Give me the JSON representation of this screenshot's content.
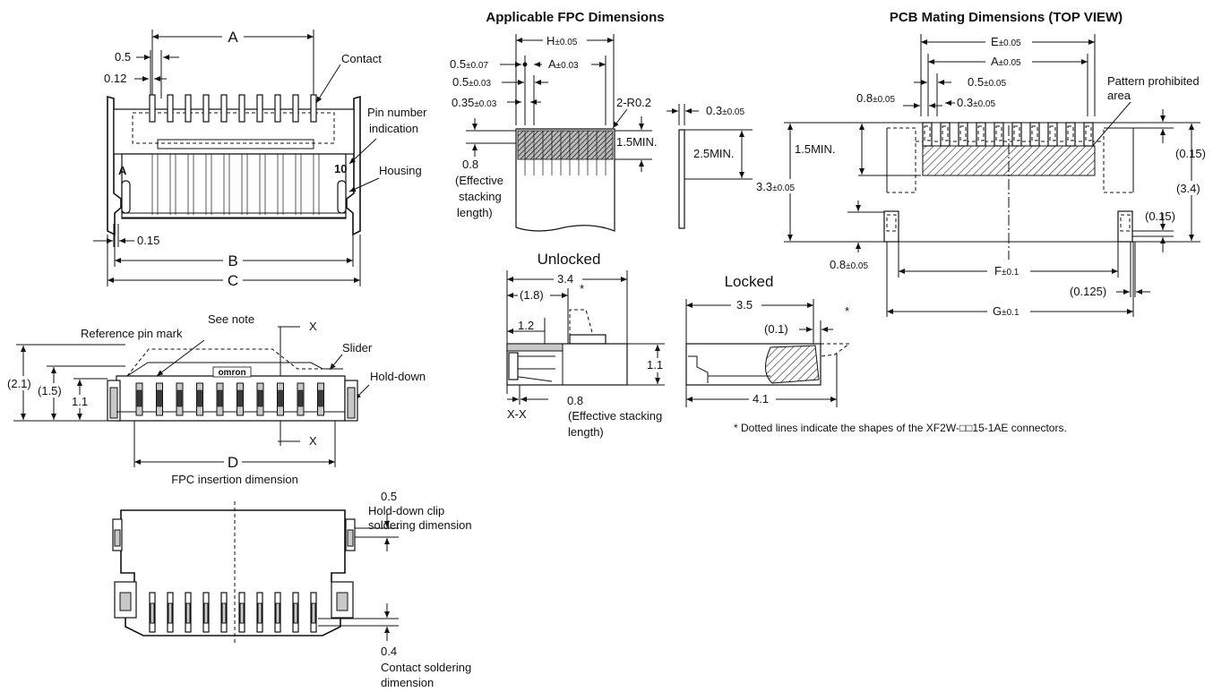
{
  "headings": {
    "fpc": "Applicable FPC Dimensions",
    "pcb": "PCB Mating Dimensions (TOP VIEW)"
  },
  "top_view": {
    "dim_a": "A",
    "pitch": "0.5",
    "contact_width": "0.12",
    "contact": "Contact",
    "pin_number": "Pin number",
    "indication": "indication",
    "pin_first": "A",
    "pin_last": "10",
    "housing": "Housing",
    "dim_015": "0.15",
    "dim_b": "B",
    "dim_c": "C"
  },
  "front_view": {
    "see_note": "See note",
    "section_mark": "X",
    "reference_pin_mark": "Reference pin mark",
    "slider": "Slider",
    "hold_down": "Hold-down",
    "brand": "omron",
    "dim_21": "(2.1)",
    "dim_15": "(1.5)",
    "dim_11": "1.1",
    "dim_d": "D",
    "fpc_insertion": "FPC insertion dimension"
  },
  "bottom_view": {
    "clip_dim": "0.5",
    "clip_label_1": "Hold-down clip",
    "clip_label_2": "soldering dimension",
    "contact_dim": "0.4",
    "contact_label_1": "Contact soldering",
    "contact_label_2": "dimension"
  },
  "fpc": {
    "h": "H",
    "h_tol": "±0.05",
    "pitch": "0.5",
    "pitch_tol": "±0.07",
    "a": "A",
    "a_tol": "±0.03",
    "w1": "0.5",
    "w1_tol": "±0.03",
    "w2": "0.35",
    "w2_tol": "±0.03",
    "radius": "2-R0.2",
    "thickness": "0.3",
    "thickness_tol": "±0.05",
    "min_15": "1.5MIN.",
    "min_25": "2.5MIN.",
    "stack_value": "0.8",
    "stack_1": "(Effective",
    "stack_2": "stacking",
    "stack_3": "length)"
  },
  "unlocked": {
    "title": "Unlocked",
    "d34": "3.4",
    "d18": "(1.8)",
    "d12": "1.2",
    "d11": "1.1",
    "d08": "0.8",
    "section": "X-X",
    "stack_1": "(Effective stacking",
    "stack_2": "length)",
    "star": "*"
  },
  "locked": {
    "title": "Locked",
    "d35": "3.5",
    "d01": "(0.1)",
    "d41": "4.1",
    "star": "*"
  },
  "note": "* Dotted lines indicate the shapes of the XF2W-□□15-1AE connectors.",
  "pcb": {
    "e": "E",
    "e_tol": "±0.05",
    "a": "A",
    "a_tol": "±0.05",
    "pitch": "0.5",
    "pitch_tol": "±0.05",
    "w08": "0.8",
    "w08_tol": "±0.05",
    "w03": "0.3",
    "w03_tol": "±0.05",
    "prohibited_1": "Pattern prohibited",
    "prohibited_2": "area",
    "min_15": "1.5MIN.",
    "h33": "3.3",
    "h33_tol": "±0.05",
    "r015a": "(0.15)",
    "r34": "(3.4)",
    "r015b": "(0.15)",
    "b08": "0.8",
    "b08_tol": "±0.05",
    "f": "F",
    "f_tol": "±0.1",
    "r0125": "(0.125)",
    "g": "G",
    "g_tol": "±0.1"
  }
}
